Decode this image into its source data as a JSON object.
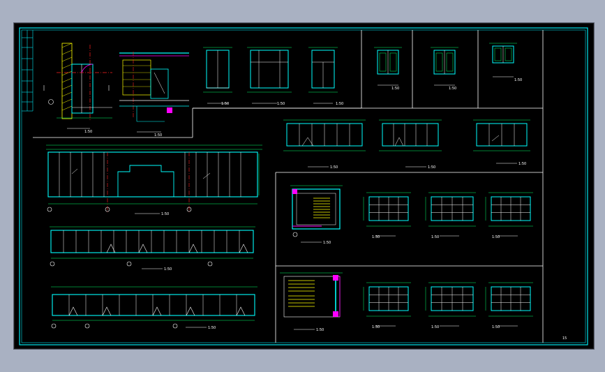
{
  "title_block": {
    "page_number": "15"
  },
  "colors": {
    "background": "#000000",
    "frame": "#00e5ee",
    "wall": "#00ffff",
    "line": "#ffffff",
    "axis": "#ff2020",
    "hatch": "#ffff00",
    "accent": "#ff00ff",
    "dim": "#00ff66"
  },
  "views": {
    "section_a_label": "1:50",
    "door_1_label": "1:50",
    "door_2_label": "1:50",
    "door_3_label": "1:50",
    "door_4_label": "1:50",
    "window_a_label": "1:50",
    "window_b_label": "1:50",
    "window_c_label": "1:50",
    "elev_1_label": "1:50",
    "elev_2_label": "1:50",
    "elev_3_label": "1:50",
    "wall_1_label": "1:50",
    "wall_2_label": "1:50",
    "wall_3_label": "1:50",
    "stair_1_label": "1:50",
    "stair_2_label": "1:50",
    "grid_1_label": "1:50",
    "grid_2_label": "1:50",
    "grid_3_label": "1:50",
    "grid_4_label": "1:50",
    "grid_5_label": "1:50",
    "grid_6_label": "1:50"
  }
}
